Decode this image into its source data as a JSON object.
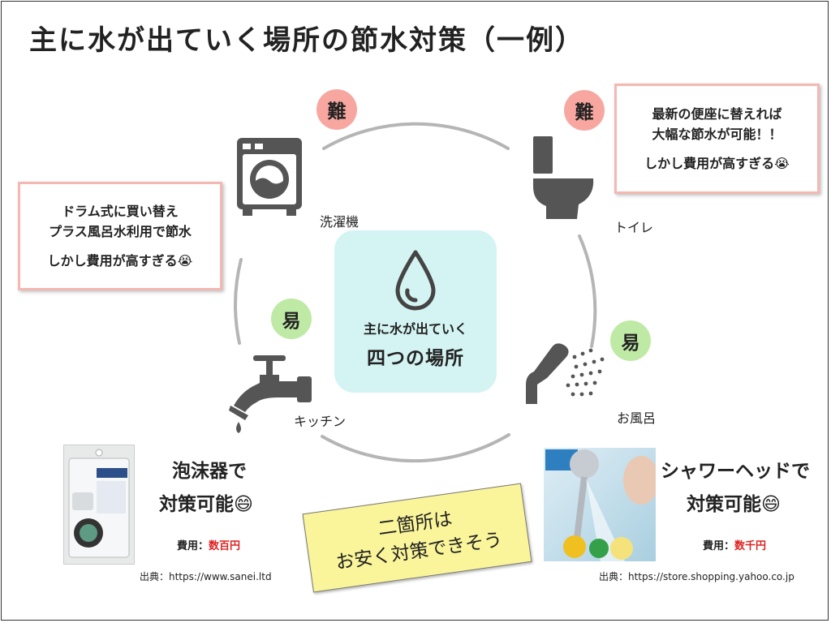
{
  "title": "主に水が出ていく場所の節水対策（一例）",
  "center": {
    "line1": "主に水が出ていく",
    "line2": "四つの場所"
  },
  "places": [
    {
      "name": "洗濯機",
      "difficulty": "難",
      "icon": "washing-machine-icon"
    },
    {
      "name": "トイレ",
      "difficulty": "難",
      "icon": "toilet-icon"
    },
    {
      "name": "キッチン",
      "difficulty": "易",
      "icon": "faucet-icon"
    },
    {
      "name": "お風呂",
      "difficulty": "易",
      "icon": "shower-icon"
    }
  ],
  "notes": {
    "washer": [
      "ドラム式に買い替え",
      "プラス風呂水利用で節水",
      "しかし費用が高すぎる😭"
    ],
    "toilet": [
      "最新の便座に替えれば",
      "大幅な節水が可能！！",
      "しかし費用が高すぎる😭"
    ]
  },
  "kitchen_panel": {
    "line1": "泡沫器で",
    "line2": "対策可能😄",
    "cost_label": "費用：",
    "cost_value": "数百円",
    "source": "出典：https://www.sanei.ltd"
  },
  "bath_panel": {
    "line1": "シャワーヘッドで",
    "line2": "対策可能😄",
    "cost_label": "費用：",
    "cost_value": "数千円",
    "source": "出典：https://store.shopping.yahoo.co.jp"
  },
  "sticky": [
    "二箇所は",
    "お安く対策できそう"
  ],
  "colors": {
    "hard_badge": "#f7a7a0",
    "easy_badge": "#bfeaa6",
    "center_box": "#d3f4f2",
    "note_border": "#f4b8b2",
    "sticky": "#faf59a",
    "cost_highlight": "#dd2222",
    "arc": "#b5b5b5"
  }
}
